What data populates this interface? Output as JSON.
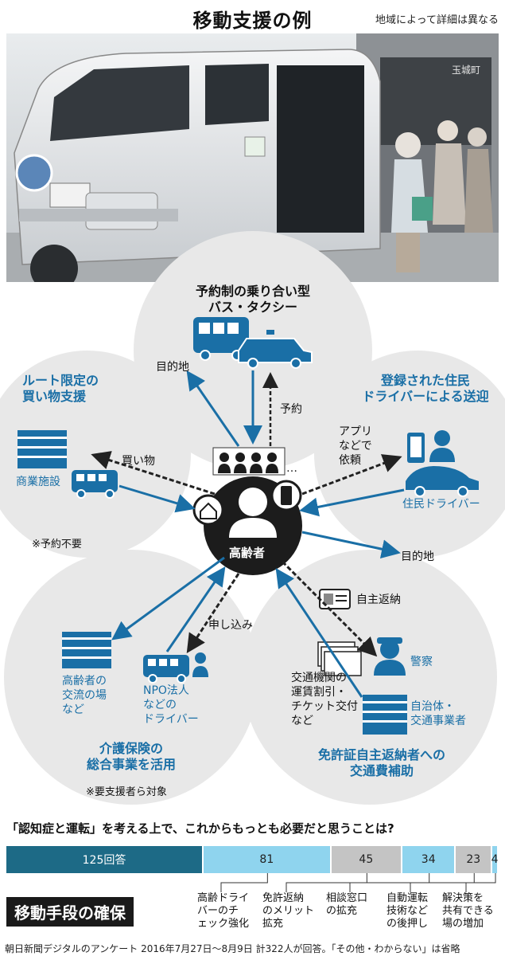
{
  "header": {
    "title": "移動支援の例",
    "note": "地域によって詳細は異なる"
  },
  "photo": {
    "sign_text": "玉城町"
  },
  "center": {
    "label": "高齢者"
  },
  "sections": {
    "top": {
      "title_line1": "予約制の乗り合い型",
      "title_line2": "バス・タクシー",
      "dest": "目的地",
      "reserve": "予約"
    },
    "left": {
      "title_line1": "ルート限定の",
      "title_line2": "買い物支援",
      "facility": "商業施設",
      "shopping": "買い物",
      "note": "※予約不要"
    },
    "right": {
      "title_line1": "登録された住民",
      "title_line2": "ドライバーによる送迎",
      "app_line1": "アプリ",
      "app_line2": "などで",
      "app_line3": "依頼",
      "driver": "住民ドライバー",
      "dest": "目的地"
    },
    "bottom_left": {
      "title_line1": "介護保険の",
      "title_line2": "総合事業を活用",
      "place_line1": "高齢者の",
      "place_line2": "交流の場",
      "place_line3": "など",
      "npo_line1": "NPO法人",
      "npo_line2": "などの",
      "npo_line3": "ドライバー",
      "apply": "申し込み",
      "note": "※要支援者ら対象"
    },
    "bottom_right": {
      "title_line1": "免許証自主返納者への",
      "title_line2": "交通費補助",
      "return": "自主返納",
      "police": "警察",
      "subsidy_line1": "交通機関の",
      "subsidy_line2": "運賃割引・",
      "subsidy_line3": "チケット交付",
      "subsidy_line4": "など",
      "gov_line1": "自治体・",
      "gov_line2": "交通事業者"
    }
  },
  "survey": {
    "question": "「認知症と運転」を考える上で、これからもっとも必要だと思うことは?",
    "top_label": "移動手段の確保",
    "source": "朝日新聞デジタルのアンケート 2016年7月27日〜8月9日 計322人が回答。「その他・わからない」は省略",
    "chart_data": {
      "type": "bar",
      "orientation": "stacked-horizontal",
      "unit": "回答",
      "values": [
        125,
        81,
        45,
        34,
        23,
        4
      ],
      "display": [
        "125回答",
        "81",
        "45",
        "34",
        "23",
        "4"
      ],
      "categories": [
        "移動手段の確保",
        "高齢ドライバーのチェック強化",
        "免許返納のメリット拡充",
        "相談窓口の拡充",
        "自動運転技術などの後押し",
        "解決策を共有できる場の増加"
      ],
      "category_lines": [
        [
          "移動手段の確保"
        ],
        [
          "高齢ドライ",
          "バーのチ",
          "ェック強化"
        ],
        [
          "免許返納",
          "のメリット",
          "拡充"
        ],
        [
          "相談窓口",
          "の拡充"
        ],
        [
          "自動運転",
          "技術など",
          "の後押し"
        ],
        [
          "解決策を",
          "共有できる",
          "場の増加"
        ]
      ],
      "colors": [
        "#1d6a86",
        "#8fd4ee",
        "#c4c4c4",
        "#8fd4ee",
        "#c4c4c4",
        "#8fd4ee"
      ]
    }
  }
}
